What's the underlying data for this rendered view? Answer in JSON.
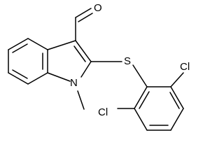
{
  "molecule": {
    "atoms": {
      "oxygen": "O",
      "sulfur": "S",
      "nitrogen": "N",
      "chlorine_top": "Cl",
      "chlorine_bottom": "Cl"
    }
  }
}
